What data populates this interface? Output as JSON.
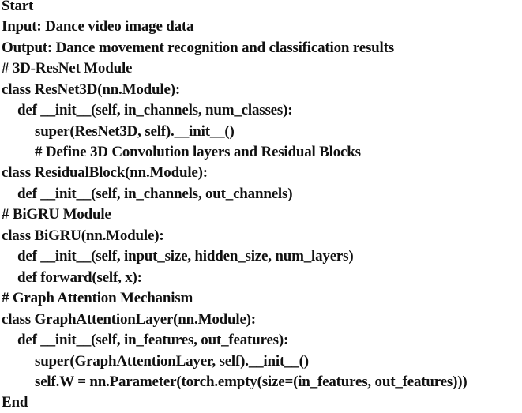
{
  "pseudocode": {
    "lines": [
      "Start",
      "Input: Dance video image data",
      "Output: Dance movement recognition and classification results",
      "# 3D-ResNet Module",
      "class ResNet3D(nn.Module):",
      "def __init__(self, in_channels, num_classes):",
      "super(ResNet3D, self).__init__()",
      "# Define 3D Convolution layers and Residual Blocks",
      "class ResidualBlock(nn.Module):",
      "def __init__(self, in_channels, out_channels)",
      "# BiGRU Module",
      "class BiGRU(nn.Module):",
      "def __init__(self, input_size, hidden_size, num_layers)",
      "def forward(self, x):",
      "# Graph Attention Mechanism",
      "class GraphAttentionLayer(nn.Module):",
      "def __init__(self, in_features, out_features):",
      "super(GraphAttentionLayer, self).__init__()",
      "self.W = nn.Parameter(torch.empty(size=(in_features, out_features)))",
      "End"
    ]
  }
}
